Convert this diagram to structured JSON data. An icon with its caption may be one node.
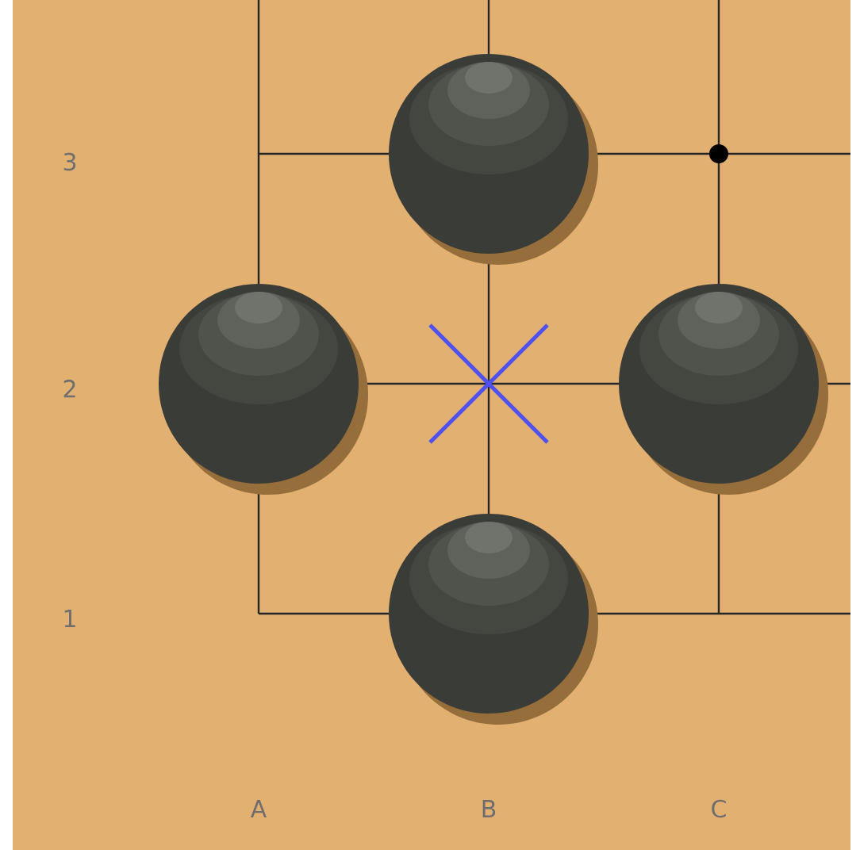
{
  "diagram": {
    "labels": [
      "3",
      "2",
      "1",
      "A",
      "B",
      "C"
    ]
  }
}
